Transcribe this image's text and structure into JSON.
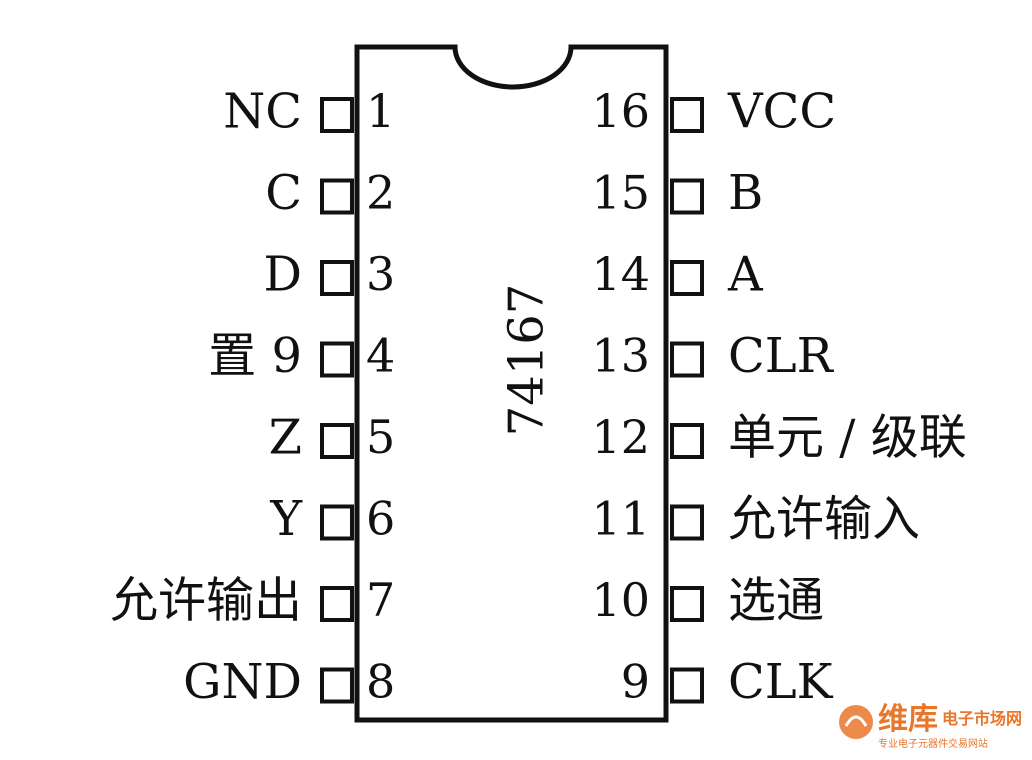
{
  "chip": {
    "part_number": "74167",
    "left_pins": [
      {
        "number": "1",
        "label": "NC"
      },
      {
        "number": "2",
        "label": "C"
      },
      {
        "number": "3",
        "label": "D"
      },
      {
        "number": "4",
        "label": "置 9"
      },
      {
        "number": "5",
        "label": "Z"
      },
      {
        "number": "6",
        "label": "Y"
      },
      {
        "number": "7",
        "label": "允许输出"
      },
      {
        "number": "8",
        "label": "GND"
      }
    ],
    "right_pins": [
      {
        "number": "16",
        "label": "VCC"
      },
      {
        "number": "15",
        "label": "B"
      },
      {
        "number": "14",
        "label": "A"
      },
      {
        "number": "13",
        "label": "CLR"
      },
      {
        "number": "12",
        "label": "单元 / 级联"
      },
      {
        "number": "11",
        "label": "允许输入"
      },
      {
        "number": "10",
        "label": "选通"
      },
      {
        "number": "9",
        "label": "CLK"
      }
    ]
  },
  "watermark": {
    "brand": "维库",
    "subtitle": "电子市场网",
    "tagline": "专业电子元器件交易网站",
    "brand_color": "#e8762b"
  }
}
